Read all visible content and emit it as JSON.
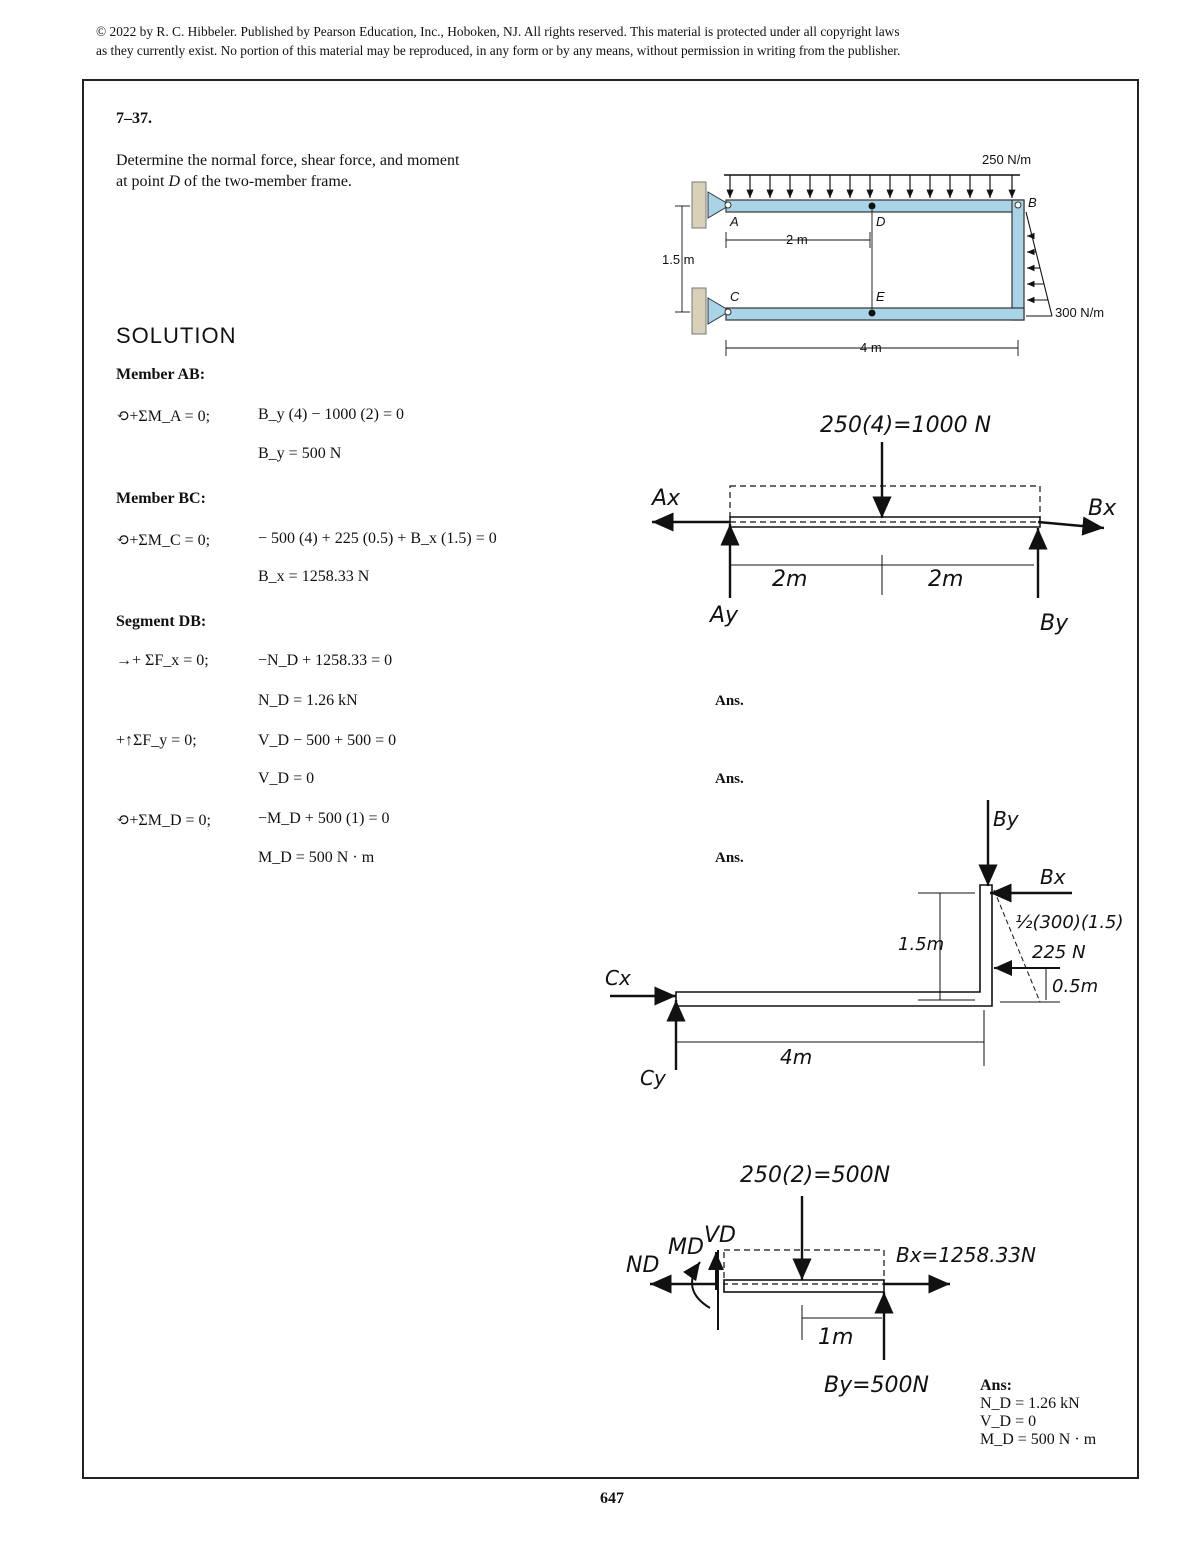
{
  "header": {
    "copyright_line1": "© 2022 by R. C. Hibbeler. Published by Pearson Education, Inc., Hoboken, NJ. All rights reserved. This material is protected under all copyright laws",
    "copyright_line2": "as they currently exist. No portion of this material may be reproduced, in any form or by any means, without permission in writing from the publisher."
  },
  "problem": {
    "number": "7–37.",
    "statement_line1": "Determine the normal force, shear force, and moment",
    "statement_line2_pre": "at point ",
    "statement_point": "D",
    "statement_line2_post": " of the two-member frame."
  },
  "figure": {
    "load_top": "250 N/m",
    "load_side": "300 N/m",
    "label_a": "A",
    "label_b": "B",
    "label_c": "C",
    "label_d": "D",
    "label_e": "E",
    "dim_2m": "2 m",
    "dim_4m": "4 m",
    "dim_15m": "1.5 m"
  },
  "solution": {
    "title": "SOLUTION",
    "member_ab": "Member AB:",
    "eq1_cond": "⟲+ΣM_A = 0;",
    "eq1": "B_y (4) − 1000 (2) = 0",
    "eq1_res": "B_y = 500 N",
    "member_bc": "Member BC:",
    "eq2_cond": "⟲+ΣM_C = 0;",
    "eq2": "− 500 (4) + 225 (0.5) + B_x (1.5) = 0",
    "eq2_res": "B_x = 1258.33 N",
    "segment_db": "Segment DB:",
    "eq3_cond": "→+ ΣF_x = 0;",
    "eq3": "−N_D + 1258.33 = 0",
    "eq3_res": "N_D = 1.26 kN",
    "eq4_cond": "+↑ΣF_y = 0;",
    "eq4": "V_D − 500 + 500 = 0",
    "eq4_res": "V_D = 0",
    "eq5_cond": "⟲+ΣM_D = 0;",
    "eq5": "−M_D + 500 (1) = 0",
    "eq5_res": "M_D = 500 N · m",
    "ans_label": "Ans."
  },
  "fbd1": {
    "load": "250(4)=1000 N",
    "ax": "Ax",
    "ay": "Ay",
    "bx": "Bx",
    "by": "By",
    "dim1": "2m",
    "dim2": "2m"
  },
  "fbd2": {
    "by": "By",
    "bx": "Bx",
    "cx": "Cx",
    "cy": "Cy",
    "tri_expr": "½(300)(1.5)",
    "tri_result": "225 N",
    "dim_15": "1.5m",
    "dim_05": "0.5m",
    "dim_4": "4m"
  },
  "fbd3": {
    "load": "250(2)=500N",
    "nd": "ND",
    "md": "MD",
    "vd": "VD",
    "bx": "Bx=1258.33N",
    "by": "By=500N",
    "dim_1": "1m"
  },
  "answers": {
    "heading": "Ans:",
    "nd": "N_D = 1.26 kN",
    "vd": "V_D = 0",
    "md": "M_D = 500 N · m"
  },
  "page_number": "647"
}
